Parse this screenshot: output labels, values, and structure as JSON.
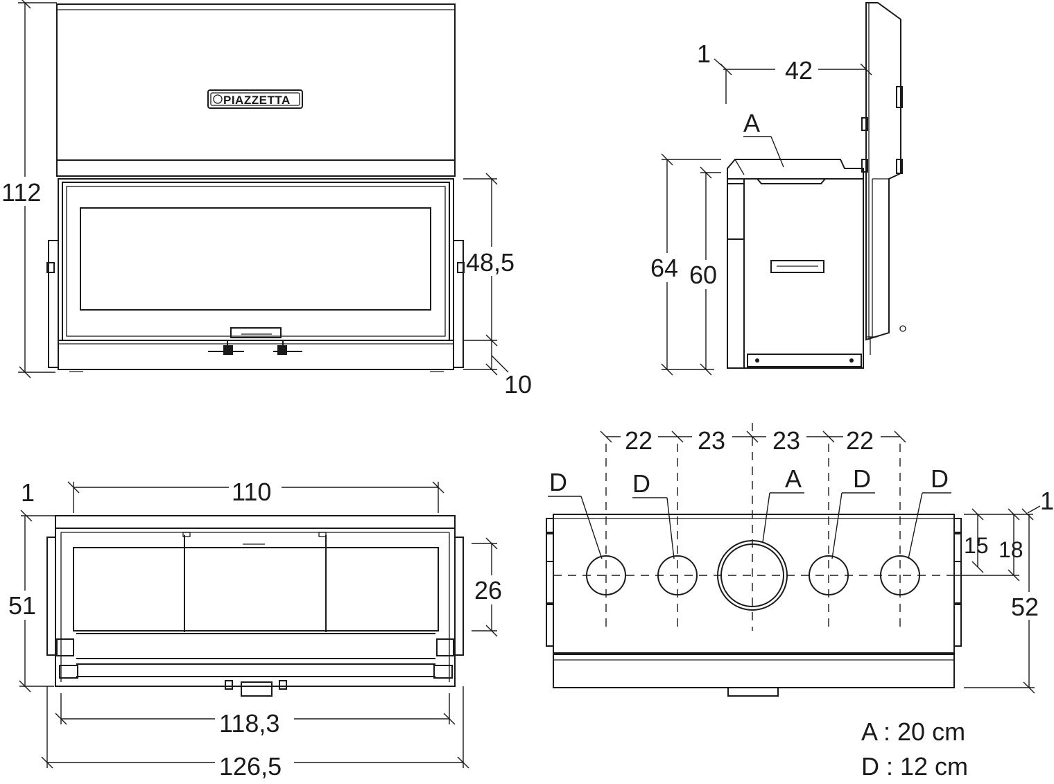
{
  "front_view": {
    "brand": "PIAZZETTA",
    "dims": {
      "total_height": "112",
      "door_height": "48,5",
      "base_height": "10"
    }
  },
  "side_view": {
    "dims": {
      "offset": "1",
      "depth": "42",
      "height_outer": "64",
      "height_inner": "60"
    },
    "label_a": "A"
  },
  "top_view": {
    "dims": {
      "offset": "1",
      "inner_width": "110",
      "depth": "51",
      "opening_depth": "26",
      "width_mid": "118,3",
      "width_total": "126,5"
    }
  },
  "outlet_view": {
    "spacing": [
      "22",
      "23",
      "23",
      "22"
    ],
    "outlets": [
      "D",
      "D",
      "A",
      "D",
      "D"
    ],
    "dims": {
      "offset": "1",
      "axis_15": "15",
      "axis_18": "18",
      "depth": "52"
    }
  },
  "legend": [
    "A : 20 cm",
    "D : 12 cm"
  ]
}
